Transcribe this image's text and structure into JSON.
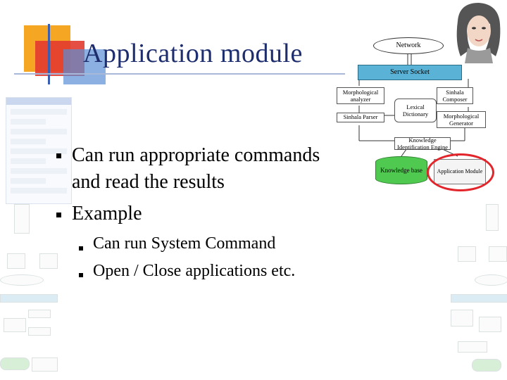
{
  "slide": {
    "title": "Application module",
    "bullets": [
      {
        "text_line1": "Can run appropriate commands",
        "text_line2": "and read the results"
      },
      {
        "text_line1": "Example"
      }
    ],
    "sub_bullets": [
      "Can run System Command",
      "Open / Close applications etc."
    ]
  },
  "diagram": {
    "network": "Network",
    "server_socket": "Server Socket",
    "morph_analyzer": "Morphological analyzer",
    "sinhala_composer": "Sinhala Composer",
    "lexical_dictionary": "Lexical Dictionary",
    "sinhala_parser": "Sinhala Parser",
    "morph_generator": "Morphological Generator",
    "knowledge_id": "Knowledge Identification Engine",
    "knowledge_base": "Knowledge base",
    "application_module": "Application Module"
  },
  "colors": {
    "title": "#1d2d6e",
    "socket": "#5ab3d6",
    "knowledge_base": "#4fc94f",
    "highlight": "#e2252b"
  }
}
